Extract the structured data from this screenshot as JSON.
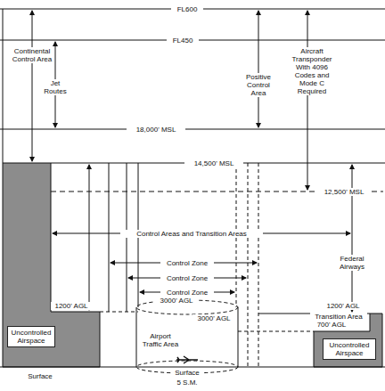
{
  "diagram": {
    "nodes": [
      {
        "text": [
          "Uncontrolled Airspace"
        ]
      },
      {
        "text": [
          "Airport Traffic Area"
        ]
      },
      {
        "text": [
          "Uncontrolled Airspace"
        ]
      }
    ],
    "labels": [
      "FL600",
      "FL450",
      "Continental Control Area",
      "Jet Routes",
      "Positive Control Area",
      "Aircraft Transponder With 4096 Codes and Mode C Required",
      "18,000' MSL",
      "14,500' MSL",
      "12,500' MSL",
      "Control Areas and Transition Areas",
      "Federal Airways",
      "Control Zone",
      "Control Zone",
      "Control Zone",
      "3000' AGL",
      "3000' AGL",
      "1200' AGL",
      "1200' AGL",
      "Transition Area",
      "700' AGL",
      "Surface",
      "5 S.M.",
      "Surface"
    ]
  }
}
